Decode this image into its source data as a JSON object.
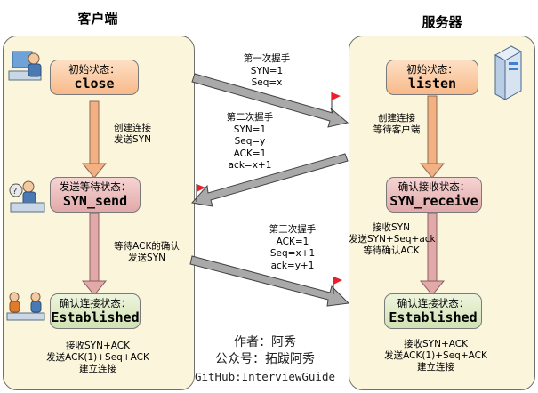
{
  "client": {
    "title": "客户端",
    "state_initial": {
      "label": "初始状态：",
      "value": "close"
    },
    "step1_note": [
      "创建连接",
      "发送SYN"
    ],
    "state_syn_send": {
      "label": "发送等待状态：",
      "value": "SYN_send"
    },
    "step2_note": [
      "等待ACK的确认",
      "发送SYN"
    ],
    "state_established": {
      "label": "确认连接状态：",
      "value": "Established"
    },
    "bottom_note": [
      "接收SYN+ACK",
      "发送ACK(1)+Seq+ACK",
      "建立连接"
    ]
  },
  "server": {
    "title": "服务器",
    "state_initial": {
      "label": "初始状态：",
      "value": "listen"
    },
    "step1_note": [
      "创建连接",
      "等待客户端"
    ],
    "state_syn_receive": {
      "label": "确认接收状态：",
      "value": "SYN_receive"
    },
    "step2_note": [
      "接收SYN",
      "发送SYN+Seq+ack",
      "等待确认ACK"
    ],
    "state_established": {
      "label": "确认连接状态：",
      "value": "Established"
    },
    "bottom_note": [
      "接收SYN+ACK",
      "发送ACK(1)+Seq+ACK",
      "建立连接"
    ]
  },
  "handshakes": [
    {
      "title": "第一次握手",
      "lines": [
        "SYN=1",
        "Seq=x"
      ]
    },
    {
      "title": "第二次握手",
      "lines": [
        "SYN=1",
        "Seq=y",
        "ACK=1",
        "ack=x+1"
      ]
    },
    {
      "title": "第三次握手",
      "lines": [
        "ACK=1",
        "Seq=x+1",
        "ack=y+1"
      ]
    }
  ],
  "credits": {
    "author": "作者：阿秀",
    "wechat": "公众号：拓跋阿秀",
    "github": "GitHub:InterviewGuide"
  },
  "colors": {
    "panel_bg": "#fbf5dc",
    "arrow_gray": "#a9a9a9",
    "flag_red": "#e8202a",
    "orange_box": "#f8b98a",
    "pink_box": "#e2a9a9",
    "green_box": "#d1e2b2"
  },
  "icons": [
    "computer-user-icon",
    "thinking-user-icon",
    "handshake-users-icon",
    "server-icon",
    "red-flag-icon"
  ]
}
